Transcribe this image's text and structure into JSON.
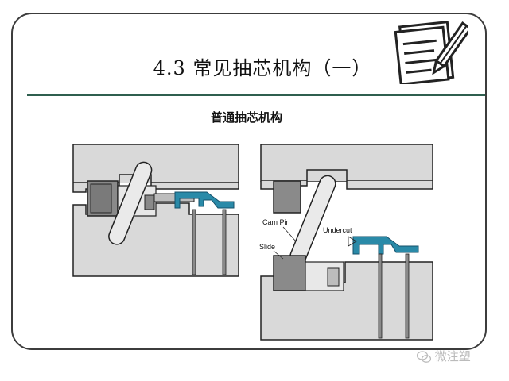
{
  "slide": {
    "title": "4.3  常见抽芯机构（一）",
    "subtitle": "普通抽芯机构"
  },
  "labels": {
    "cam_pin": "Cam Pin",
    "undercut": "Undercut",
    "slide": "Slide"
  },
  "watermark": "微注塑",
  "icons": [
    "notepad-pencil-icon",
    "wechat-icon"
  ],
  "colors": {
    "frame": "#3c3c3c",
    "rule": "#2f5f4f",
    "mold_gray": "#d9d9d9",
    "slide_gray": "#8a8a8a",
    "part_blue": "#2a8aa8"
  }
}
